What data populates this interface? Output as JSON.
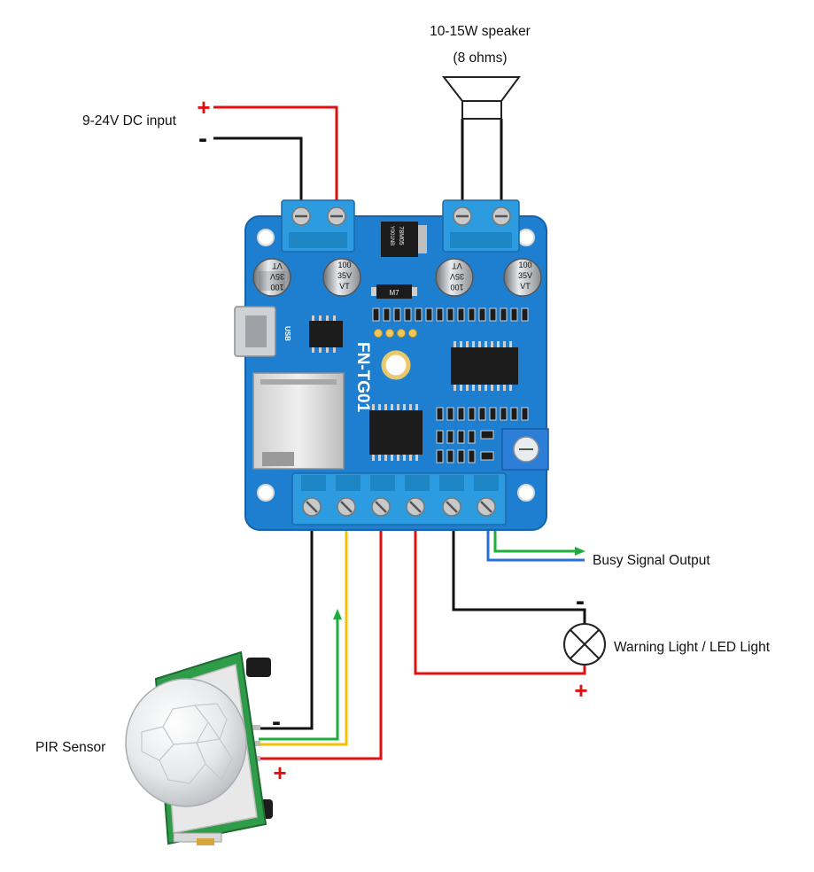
{
  "colors": {
    "board": "#1e7fd0",
    "board_dark": "#1562a8",
    "terminal": "#2c9be0",
    "wire_red": "#e01010",
    "wire_black": "#111111",
    "wire_green": "#1fae3a",
    "wire_yellow": "#f2c200",
    "wire_blue": "#2a6fd6",
    "background": "#ffffff"
  },
  "labels": {
    "speaker_line1": "10-15W speaker",
    "speaker_line2": "(8 ohms)",
    "dc_input": "9-24V DC input",
    "busy_output": "Busy Signal Output",
    "warning_light": "Warning Light / LED Light",
    "pir_sensor": "PIR Sensor"
  },
  "signs": {
    "plus": "+",
    "minus": "-"
  },
  "board": {
    "model": "FN-TG01",
    "usb_label": "USB",
    "cap_value": "100",
    "cap_voltage": "35V",
    "cap_series": "VT",
    "regulator_text": "78M05",
    "regulator_code": "Y001NB",
    "diode_text": "M7"
  },
  "icons": {
    "speaker": "speaker-icon",
    "lamp": "warning-lamp-icon",
    "pir": "pir-sensor-icon",
    "board": "mp3-player-board"
  }
}
